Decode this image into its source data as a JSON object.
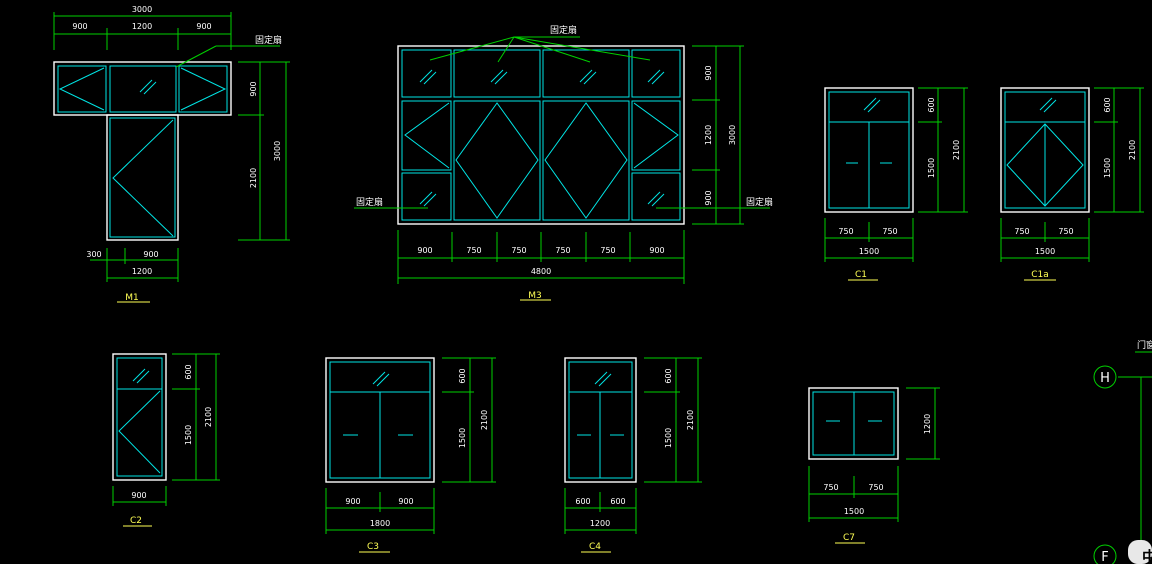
{
  "notes": {
    "fixed_sash": "固定扇",
    "door_window_header": "门窗"
  },
  "labels": {
    "m1": "M1",
    "m3": "M3",
    "c1": "C1",
    "c1a": "C1a",
    "c2": "C2",
    "c3": "C3",
    "c4": "C4",
    "c7": "C7"
  },
  "m1": {
    "total_top": "3000",
    "top_left": "900",
    "top_mid": "1200",
    "top_right": "900",
    "side_upper": "900",
    "side_lower": "2100",
    "side_total": "3000",
    "bottom_left": "300",
    "bottom_mid": "900",
    "bottom_total": "1200"
  },
  "m3": {
    "col1": "900",
    "col2": "750",
    "col3": "750",
    "col4": "750",
    "col5": "750",
    "col6": "900",
    "total_width": "4800",
    "side_top": "900",
    "side_mid": "1200",
    "side_bottom": "900",
    "side_total": "3000"
  },
  "c1": {
    "w1": "750",
    "w2": "750",
    "total": "1500",
    "h_top": "600",
    "h_bottom": "1500",
    "h_total": "2100"
  },
  "c1a": {
    "w1": "750",
    "w2": "750",
    "total": "1500",
    "h_top": "600",
    "h_bottom": "1500",
    "h_total": "2100"
  },
  "c2": {
    "width": "900",
    "h_top": "600",
    "h_bottom": "1500",
    "h_total": "2100"
  },
  "c3": {
    "w1": "900",
    "w2": "900",
    "total": "1800",
    "h_top": "600",
    "h_bottom": "1500",
    "h_total": "2100"
  },
  "c4": {
    "w1": "600",
    "w2": "600",
    "total": "1200",
    "h_top": "600",
    "h_bottom": "1500",
    "h_total": "2100"
  },
  "c7": {
    "w1": "750",
    "w2": "750",
    "total": "1500",
    "height": "1200"
  },
  "axes": {
    "h": "H",
    "f": "F",
    "partial_text": "中"
  },
  "colors": {
    "frame": "#ffffff",
    "glass": "#00e5e5",
    "dimension": "#00d000",
    "label": "#ffff55"
  }
}
